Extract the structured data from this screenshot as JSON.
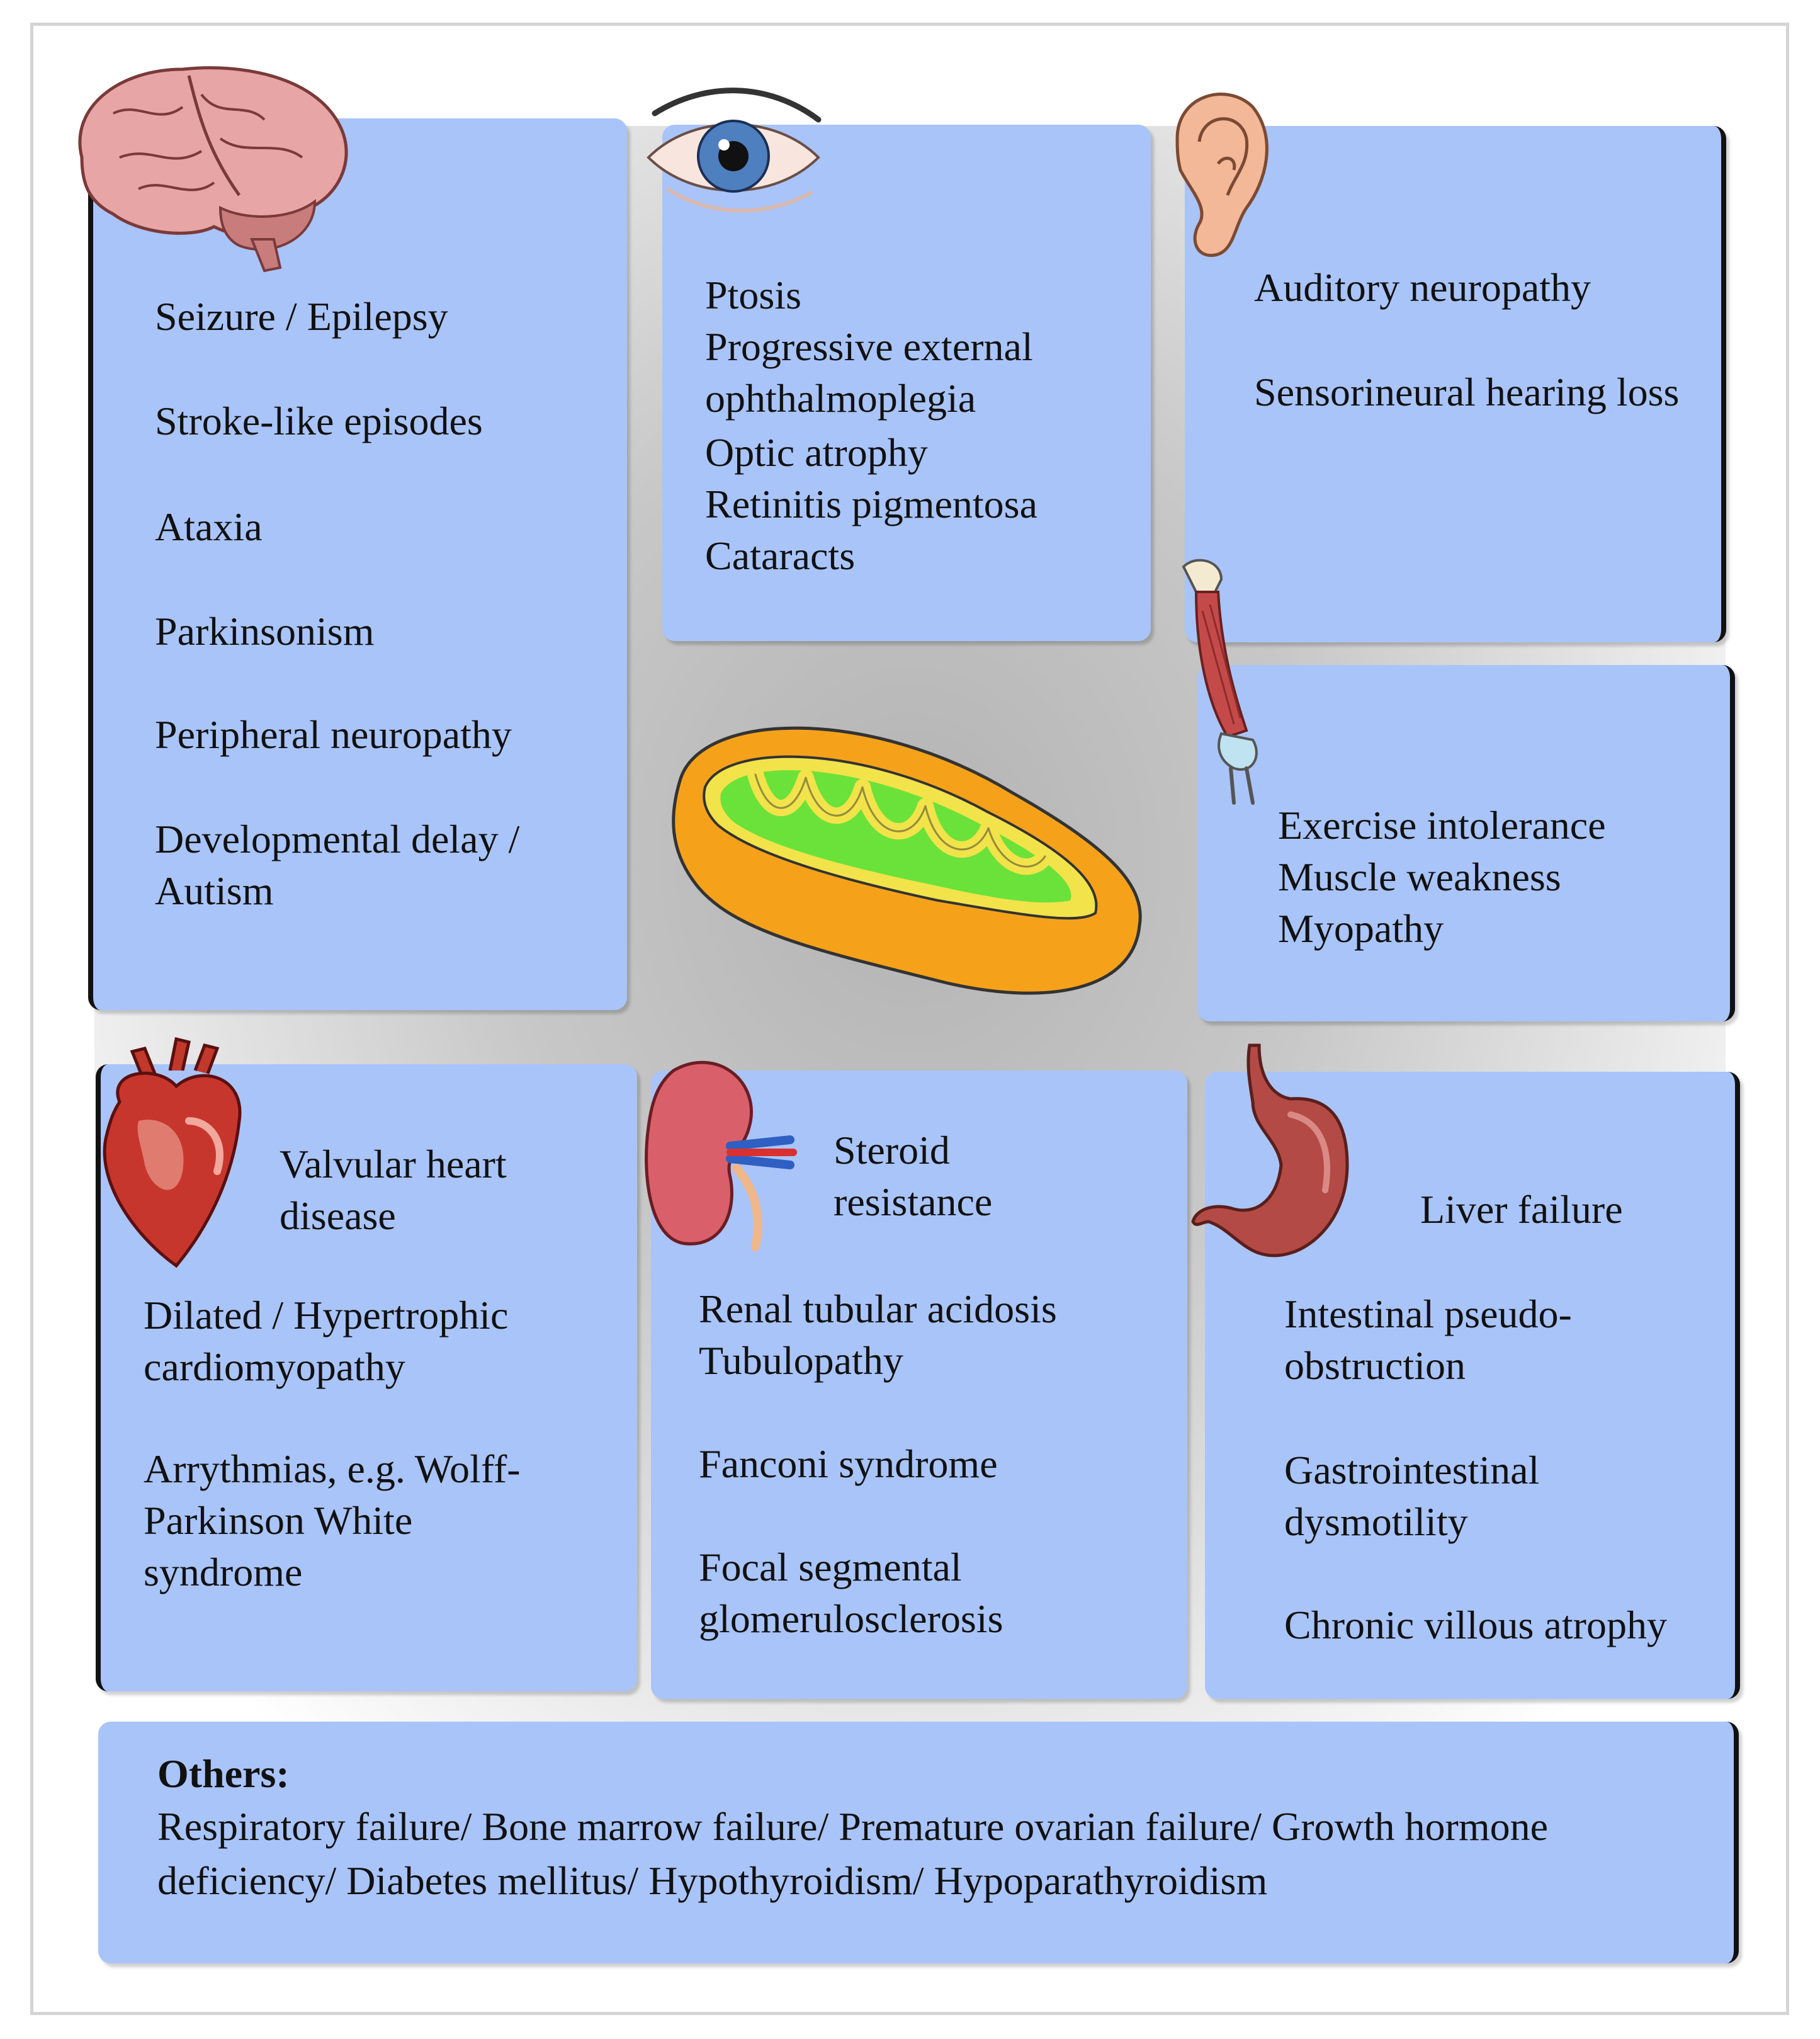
{
  "brain": {
    "items": [
      "Seizure / Epilepsy",
      "Stroke-like episodes",
      "Ataxia",
      "Parkinsonism",
      "Peripheral neuropathy",
      "Developmental delay / Autism"
    ]
  },
  "eye": {
    "items": [
      "Ptosis",
      "Progressive external ophthalmoplegia",
      "Optic atrophy",
      "Retinitis pigmentosa",
      "Cataracts"
    ]
  },
  "ear": {
    "items": [
      "Auditory neuropathy",
      "Sensorineural hearing loss"
    ]
  },
  "muscle": {
    "items": [
      "Exercise intolerance",
      "Muscle weakness",
      "Myopathy"
    ]
  },
  "heart": {
    "title": "Valvular heart disease",
    "items": [
      "Dilated / Hypertrophic cardiomyopathy",
      "Arrythmias, e.g. Wolff-Parkinson White syndrome"
    ]
  },
  "kidney": {
    "title": "Steroid resistance",
    "items": [
      "Renal tubular acidosis",
      "Tubulopathy",
      "Fanconi syndrome",
      "Focal segmental glomerulosclerosis"
    ]
  },
  "gut": {
    "title": "Liver failure",
    "items": [
      "Intestinal pseudo-obstruction",
      "Gastrointestinal dysmotility",
      "Chronic villous atrophy"
    ]
  },
  "others": {
    "heading": "Others:",
    "text": "Respiratory failure/ Bone marrow failure/ Premature ovarian failure/ Growth hormone deficiency/ Diabetes mellitus/ Hypothyroidism/ Hypoparathyroidism"
  },
  "colors": {
    "panel": "#a9c4f9",
    "mito_outer": "#f5a21a",
    "mito_inner": "#6be23a",
    "mito_membrane": "#f2e34a"
  },
  "icons": [
    "brain-icon",
    "eye-icon",
    "ear-icon",
    "muscle-icon",
    "mitochondrion-icon",
    "heart-icon",
    "kidney-icon",
    "stomach-icon"
  ]
}
